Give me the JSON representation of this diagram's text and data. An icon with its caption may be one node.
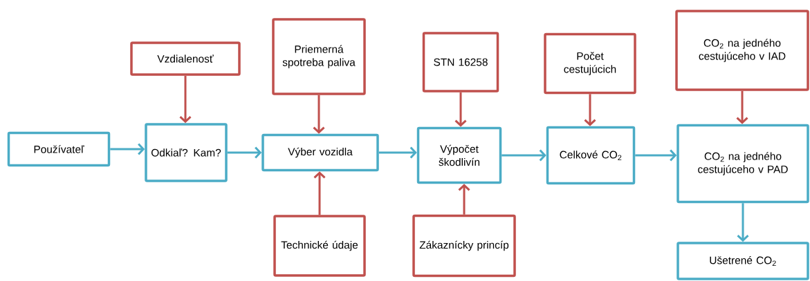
{
  "diagram": {
    "nodes": [
      {
        "text": [
          "Používateľ"
        ]
      },
      {
        "text": [
          "Odkiaľ? Kam?"
        ]
      },
      {
        "text": [
          "Vzdialenosť"
        ]
      },
      {
        "text": [
          "Priemerná spotreba paliva"
        ]
      },
      {
        "text": [
          "Výber vozidla"
        ]
      },
      {
        "text": [
          "Technické údaje"
        ]
      },
      {
        "text": [
          "STN 16258"
        ]
      },
      {
        "text": [
          "Výpočet škodlivín"
        ]
      },
      {
        "text": [
          "Zákaznícky princíp"
        ]
      },
      {
        "text": [
          "Počet cestujúcich"
        ]
      },
      {
        "text": [
          "Celkové CO$_{2}$"
        ]
      },
      {
        "text": [
          "CO$_{2}$ na jedného cestujúceho v IAD"
        ]
      },
      {
        "text": [
          "CO$_{2}$ na jedného cestujúceho v PAD"
        ]
      },
      {
        "text": [
          "Ušetrené CO$_{2}$"
        ]
      }
    ],
    "edges": [
      {
        "from": 0,
        "to": 1,
        "arrow": "to",
        "color": "#4bacc6"
      },
      {
        "from": 2,
        "to": 1,
        "arrow": "to"
      },
      {
        "from": 1,
        "to": 4,
        "arrow": "to",
        "color": "#4bacc6"
      },
      {
        "from": 3,
        "to": 4,
        "arrow": "to"
      },
      {
        "from": 5,
        "to": 4,
        "arrow": "to"
      },
      {
        "from": 4,
        "to": 7,
        "arrow": "to",
        "color": "#4bacc6"
      },
      {
        "from": 6,
        "to": 7,
        "arrow": "to"
      },
      {
        "from": 8,
        "to": 7,
        "arrow": "to"
      },
      {
        "from": 7,
        "to": 10,
        "arrow": "to",
        "color": "#4bacc6"
      },
      {
        "from": 9,
        "to": 10,
        "arrow": "to"
      },
      {
        "from": 10,
        "to": 12,
        "arrow": "to",
        "color": "#4bacc6"
      },
      {
        "from": 11,
        "to": 12,
        "arrow": "to"
      },
      {
        "from": 12,
        "to": 13,
        "arrow": "to",
        "color": "#4bacc6"
      }
    ]
  }
}
